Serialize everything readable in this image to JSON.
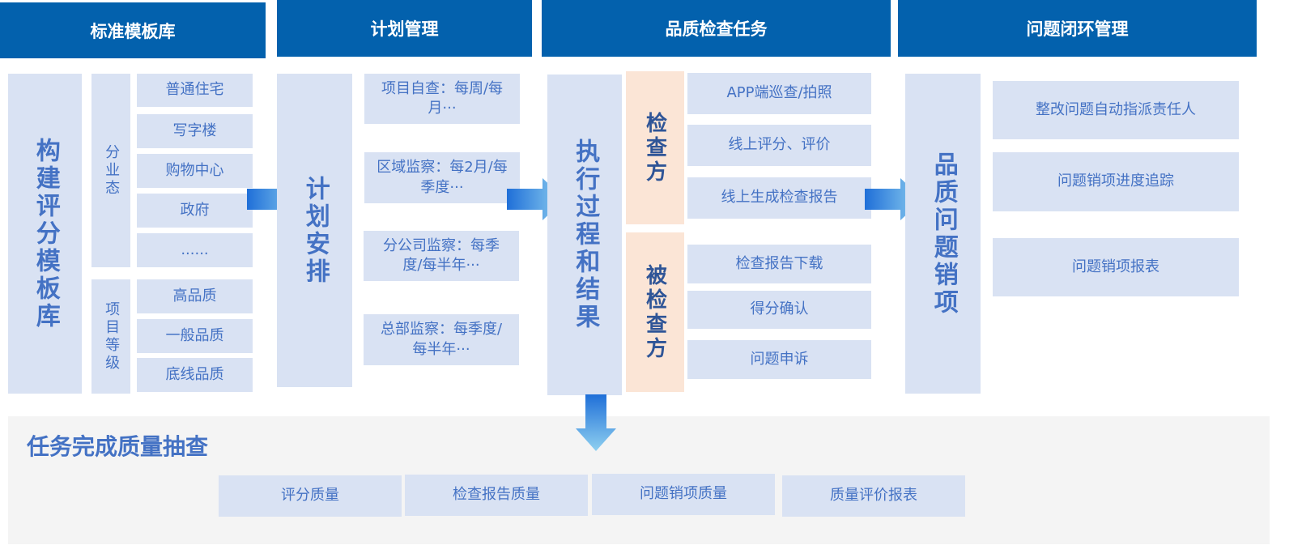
{
  "headers": [
    "标准模板库",
    "计划管理",
    "品质检查任务",
    "问题闭环管理"
  ],
  "template": {
    "main": "构建评分模板库",
    "format_label": "分业态",
    "formats": [
      "普通住宅",
      "写字楼",
      "购物中心",
      "政府",
      "......"
    ],
    "grade_label": "项目等级",
    "grades": [
      "高品质",
      "一般品质",
      "底线品质"
    ]
  },
  "plan": {
    "main": "计划安排",
    "items": [
      "项目自查：每周/每月···",
      "区域监察：每2月/每季度···",
      "分公司监察：每季度/每半年···",
      "总部监察：每季度/每半年···"
    ]
  },
  "task": {
    "main": "执行过程和结果",
    "inspector": "检查方",
    "inspector_items": [
      "APP端巡查/拍照",
      "线上评分、评价",
      "线上生成检查报告"
    ],
    "inspected": "被检查方",
    "inspected_items": [
      "检查报告下载",
      "得分确认",
      "问题申诉"
    ]
  },
  "issue": {
    "main": "品质问题销项",
    "items": [
      "整改问题自动指派责任人",
      "问题销项进度追踪",
      "问题销项报表"
    ]
  },
  "audit": {
    "title": "任务完成质量抽查",
    "items": [
      "评分质量",
      "检查报告质量",
      "问题销项质量",
      "质量评价报表"
    ]
  }
}
